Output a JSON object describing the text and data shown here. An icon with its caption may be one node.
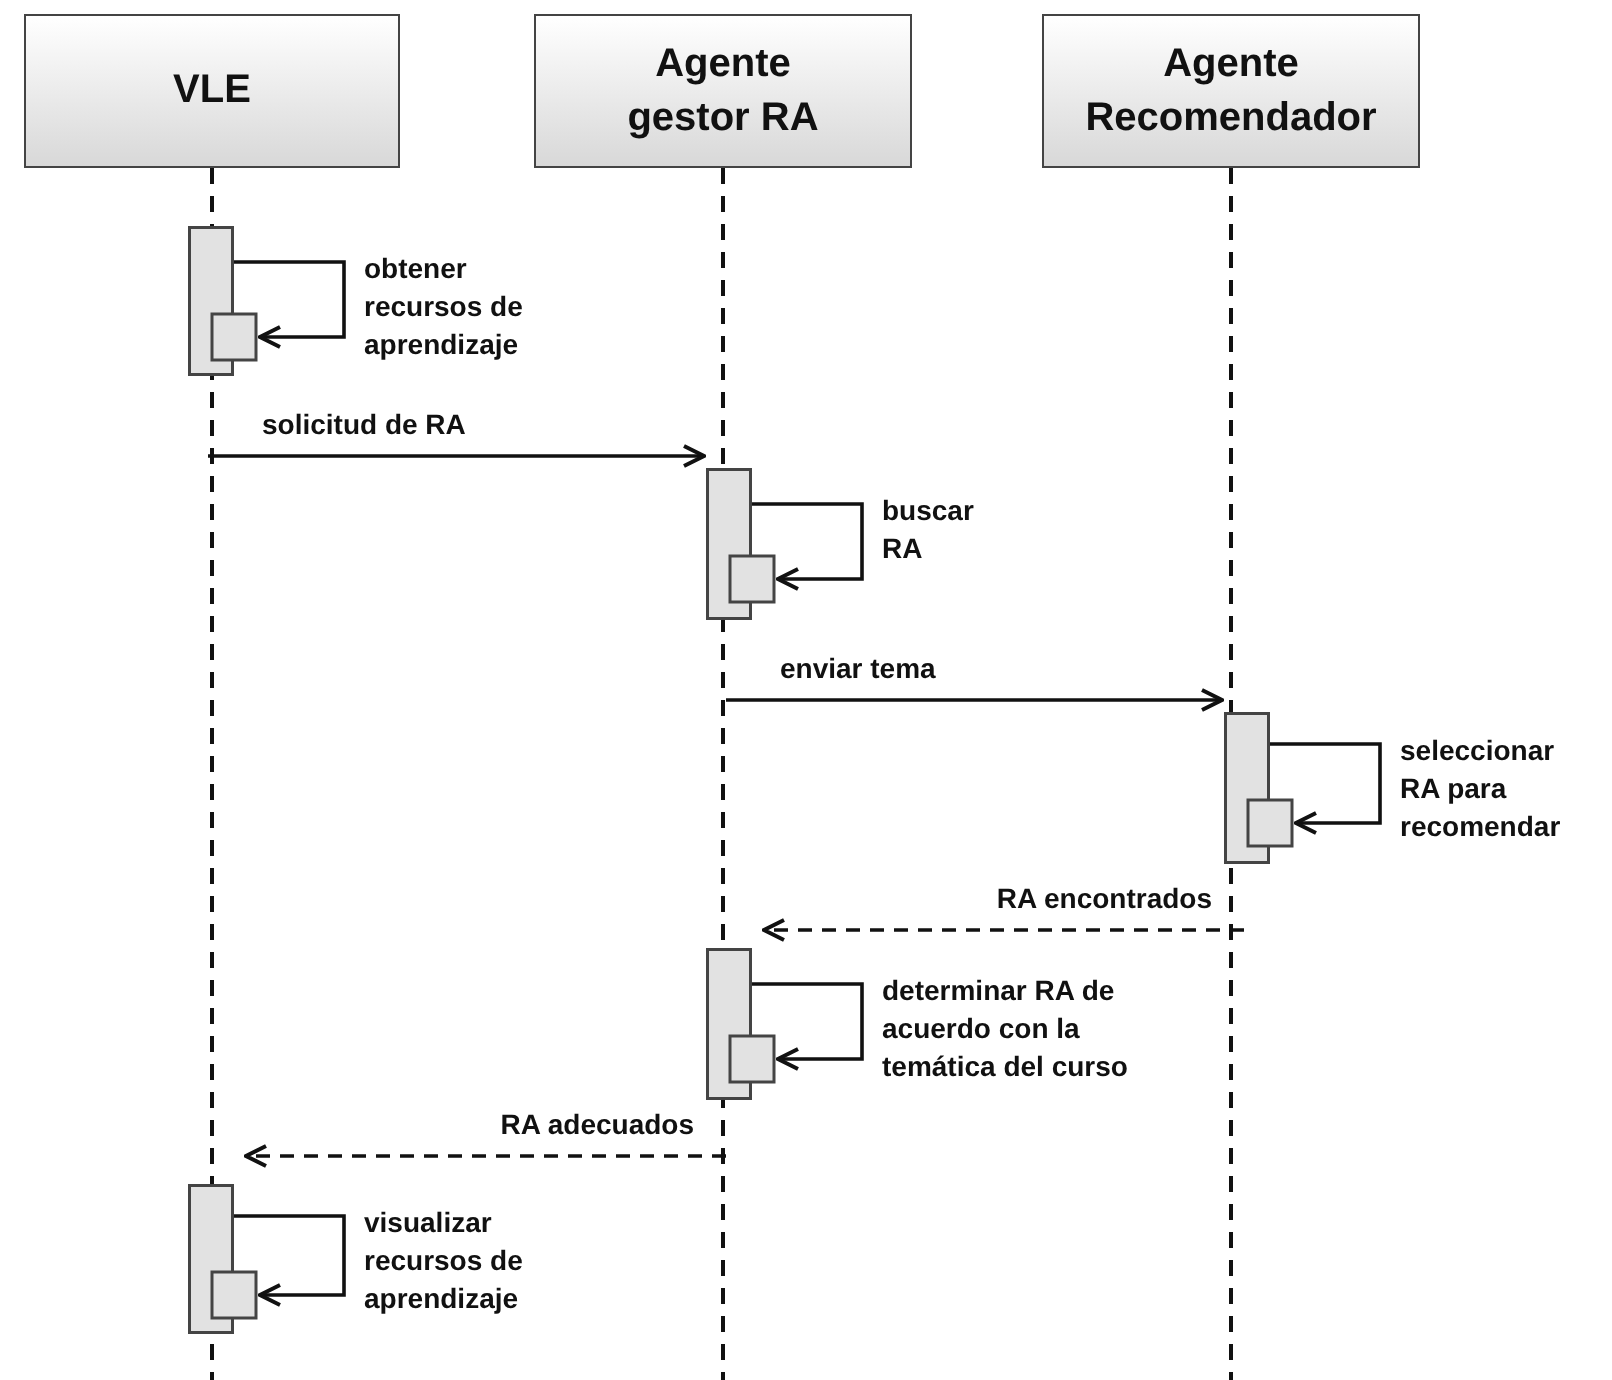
{
  "diagram": {
    "nodes": [
      {
        "text": [
          "VLE"
        ]
      },
      {
        "text": [
          "Agente gestor RA"
        ]
      },
      {
        "text": [
          "Agente Recomendador"
        ]
      },
      {
        "text": [],
        "shape": "bar"
      },
      {
        "text": [],
        "shape": "bar"
      },
      {
        "text": [],
        "shape": "bar"
      },
      {
        "text": [],
        "shape": "bar"
      },
      {
        "text": [],
        "shape": "bar"
      }
    ],
    "edges": [
      {
        "from": 3,
        "to": 3,
        "arrow": "to",
        "label": "obtener recursos de aprendizaje"
      },
      {
        "from": null,
        "to": 4,
        "arrow": "to",
        "label": "solicitud de RA"
      },
      {
        "from": 4,
        "to": 4,
        "arrow": "to",
        "label": "buscar RA"
      },
      {
        "from": null,
        "to": 5,
        "arrow": "to",
        "label": "enviar tema"
      },
      {
        "from": 5,
        "to": 5,
        "arrow": "to",
        "label": "seleccionar RA para recomendar"
      },
      {
        "from": null,
        "to": 6,
        "arrow": "to",
        "label": "RA encontrados",
        "style": "dashed"
      },
      {
        "from": 6,
        "to": 6,
        "arrow": "to",
        "label": "determinar RA de acuerdo con la temática del curso"
      },
      {
        "from": null,
        "to": 7,
        "arrow": "to",
        "label": "RA adecuados",
        "style": "dashed"
      },
      {
        "from": 7,
        "to": 7,
        "arrow": "to",
        "label": "visualizar recursos de aprendizaje"
      }
    ]
  }
}
